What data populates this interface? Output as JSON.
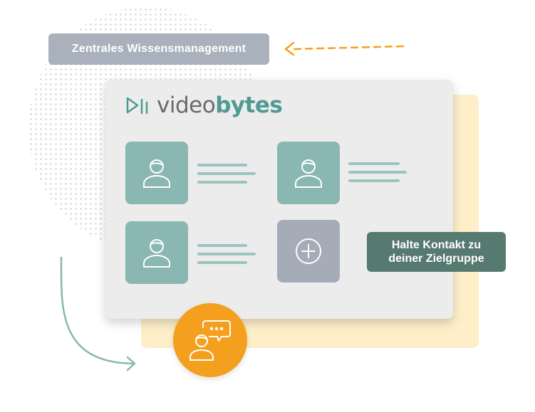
{
  "tags": {
    "top": "Zentrales Wissensmanagement",
    "right_line1": "Halte Kontakt zu",
    "right_line2": "deiner Zielgruppe"
  },
  "logo": {
    "light": "video",
    "bold": "bytes"
  },
  "colors": {
    "teal_tile": "#8ab7b1",
    "add_tile": "#a5acb8",
    "brand_teal": "#4f9a93",
    "orange": "#f4a01e",
    "dark_green_tag": "#567970",
    "grey_tag": "#a9b1bd"
  },
  "icons": {
    "profile": "user-icon",
    "add": "plus-circle-icon",
    "chat": "user-chat-icon",
    "arrow_left": "dashed-arrow-left-icon",
    "arrow_curve": "curved-arrow-icon"
  }
}
